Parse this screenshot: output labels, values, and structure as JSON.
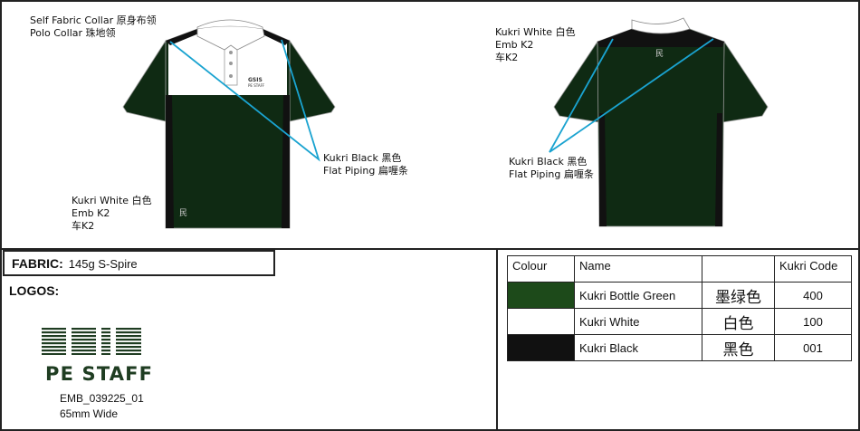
{
  "front": {
    "collar_label": [
      "Self Fabric Collar  原身布领",
      "Polo Collar   珠地领"
    ],
    "piping_label": [
      "Kukri Black  黑色",
      "Flat Piping   扁喱条"
    ],
    "emb_label": [
      "Kukri White  白色",
      "Emb K2",
      "车K2"
    ]
  },
  "back": {
    "emb_label": [
      "Kukri White  白色",
      "Emb K2",
      "车K2"
    ],
    "piping_label": [
      "Kukri Black  黑色",
      "Flat Piping   扁喱条"
    ]
  },
  "fabric": {
    "label": "FABRIC:",
    "value": "145g S-Spire"
  },
  "logos": {
    "label": "LOGOS:",
    "logo_text": [
      "GSIS",
      "PE STAFF"
    ],
    "code": "EMB_039225_01",
    "size": "65mm Wide"
  },
  "colour_table": {
    "headers": [
      "Colour",
      "Name",
      "",
      "Kukri Code"
    ],
    "rows": [
      {
        "swatch": "#1d4a1a",
        "name": "Kukri Bottle Green",
        "chinese": "墨绿色",
        "code": "400"
      },
      {
        "swatch": "#ffffff",
        "name": "Kukri White",
        "chinese": "白色",
        "code": "100"
      },
      {
        "swatch": "#111111",
        "name": "Kukri Black",
        "chinese": "黑色",
        "code": "001"
      }
    ]
  },
  "colors": {
    "shirt_green": "#0f2a13",
    "pointer": "#1aa3d0"
  }
}
